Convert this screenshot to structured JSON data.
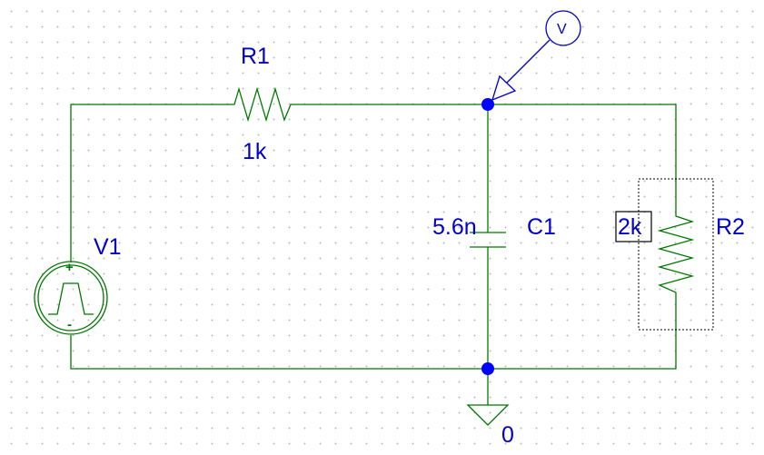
{
  "schematic": {
    "components": {
      "r1": {
        "ref": "R1",
        "value": "1k"
      },
      "c1": {
        "ref": "C1",
        "value": "5.6n"
      },
      "r2": {
        "ref": "R2",
        "value": "2k"
      },
      "v1": {
        "ref": "V1",
        "plus": "+",
        "minus": "-"
      },
      "ground": {
        "label": "0"
      },
      "probe": {
        "label": "V"
      }
    },
    "colors": {
      "wire": "#007800",
      "label": "#0000cc",
      "junction": "#0000ff",
      "grid_dot": "#bdbdbd"
    }
  }
}
